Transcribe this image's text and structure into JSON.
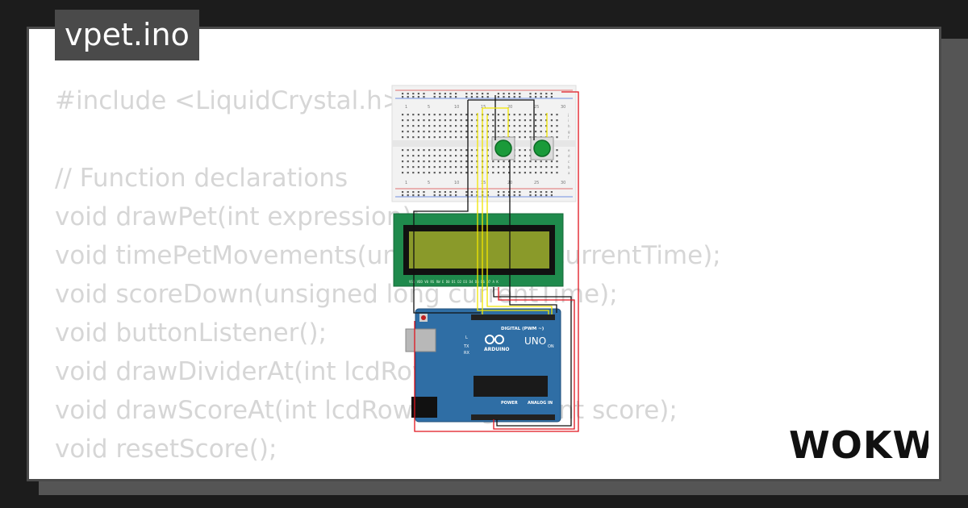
{
  "project": {
    "title": "vpet.ino"
  },
  "code": {
    "lines": [
      "#include <LiquidCrystal.h>",
      "",
      "// Function declarations",
      "void drawPet(int expression);",
      "void timePetMovements(unsigned long currentTime);",
      "void scoreDown(unsigned long currentTime);",
      "void buttonListener();",
      "void drawDividerAt(int lcdRow);",
      "void drawScoreAt(int lcdRow, unsigned int score);",
      "void resetScore();"
    ]
  },
  "board": {
    "name": "UNO",
    "brand": "ARDUINO",
    "digital_label": "DIGITAL (PWM ~)",
    "power_label": "POWER",
    "analog_label": "ANALOG IN",
    "tx_label": "TX",
    "rx_label": "RX",
    "on_label": "ON",
    "l_label": "L"
  },
  "breadboard": {
    "col_numbers": [
      "1",
      "5",
      "10",
      "15",
      "20",
      "25",
      "30"
    ],
    "row_letters": [
      "a",
      "b",
      "c",
      "d",
      "e",
      "f",
      "g",
      "h",
      "i",
      "j"
    ]
  },
  "lcd": {
    "pin_labels": "VSS VDD V0 RS RW E D0 D1 D2 D3 D4 D5 D6 D7 A K"
  },
  "brand": {
    "logo_text": "WOKWi",
    "logo_icon": "wokwi-logo"
  },
  "colors": {
    "background": "#1c1c1c",
    "card": "#ffffff",
    "tab": "#4a4a4a",
    "code_text": "#d6d6d6",
    "arduino_board": "#2f6ea5",
    "lcd_frame": "#1f8a4c",
    "lcd_screen": "#8a9a2a",
    "wire_red": "#e0141e",
    "wire_yellow": "#f2e600",
    "wire_black": "#111111",
    "button_cap": "#1a9a3a"
  }
}
